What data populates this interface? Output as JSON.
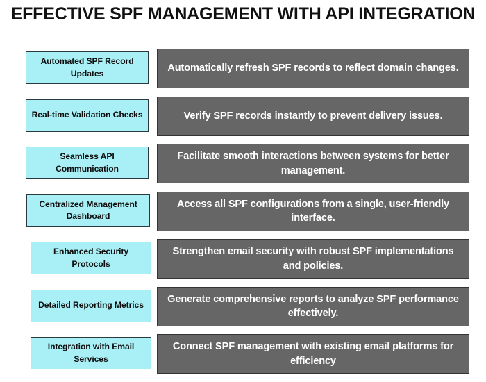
{
  "title": "EFFECTIVE SPF MANAGEMENT WITH API INTEGRATION",
  "colors": {
    "background": "#ffffff",
    "label_fill": "#a9f0f6",
    "label_border": "#2b3b3d",
    "label_text": "#0d0d0d",
    "desc_fill": "#666666",
    "desc_border": "#343434",
    "desc_text": "#ffffff",
    "title_text": "#111111"
  },
  "rows": [
    {
      "label": "Automated SPF Record Updates",
      "description": "Automatically refresh SPF records to reflect domain changes."
    },
    {
      "label": "Real-time Validation Checks",
      "description": "Verify SPF records instantly to prevent delivery issues."
    },
    {
      "label": "Seamless API Communication",
      "description": "Facilitate smooth interactions between systems for better management."
    },
    {
      "label": "Centralized Management Dashboard",
      "description": "Access all SPF configurations from a single, user-friendly interface."
    },
    {
      "label": "Enhanced Security Protocols",
      "description": "Strengthen email security with robust SPF implementations and policies."
    },
    {
      "label": "Detailed Reporting Metrics",
      "description": "Generate comprehensive reports to analyze SPF performance effectively."
    },
    {
      "label": "Integration with Email Services",
      "description": "Connect SPF management with existing email platforms for efficiency"
    }
  ]
}
